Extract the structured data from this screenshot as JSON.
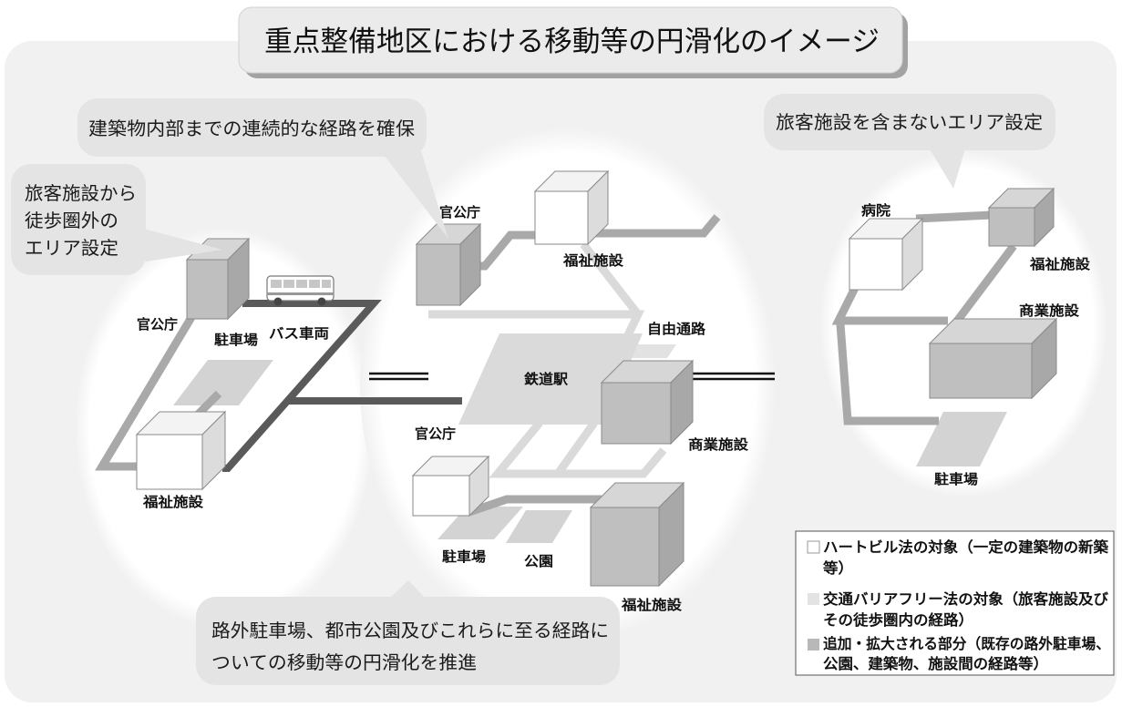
{
  "title": "重点整備地区における移動等の円滑化のイメージ",
  "callouts": {
    "continuous_route": "建築物内部までの連続的な経路を確保",
    "non_passenger_area": "旅客施設を含まないエリア設定",
    "outside_walking_area": [
      "旅客施設から",
      "徒歩圏外の",
      "エリア設定"
    ],
    "parking_and_parks": [
      "路外駐車場、都市公園及びこれらに至る経路に",
      "ついての移動等の円滑化を推進"
    ]
  },
  "left_area": {
    "government_office": "官公庁",
    "bus": "バス車両",
    "parking": "駐車場",
    "welfare_facility": "福祉施設"
  },
  "center_area": {
    "government_office_upper": "官公庁",
    "welfare_facility_upper": "福祉施設",
    "free_passage": "自由通路",
    "station": "鉄道駅",
    "commercial_facility": "商業施設",
    "government_office_lower": "官公庁",
    "parking": "駐車場",
    "park": "公園",
    "welfare_facility_lower": "福祉施設"
  },
  "right_area": {
    "hospital": "病院",
    "welfare_facility": "福祉施設",
    "commercial_facility": "商業施設",
    "parking": "駐車場"
  },
  "legend": [
    {
      "lines": [
        "ハートビル法の対象（一定の建築物の新築",
        "等）"
      ],
      "color": "#ffffff"
    },
    {
      "lines": [
        "交通バリアフリー法の対象（旅客施設及び",
        "その徒歩圏内の経路）"
      ],
      "color": "#e3e3e3"
    },
    {
      "lines": [
        "追加・拡大される部分（既存の路外駐車場、",
        "公園、建築物、施設間の経路等）"
      ],
      "color": "#b8b8b8"
    }
  ]
}
